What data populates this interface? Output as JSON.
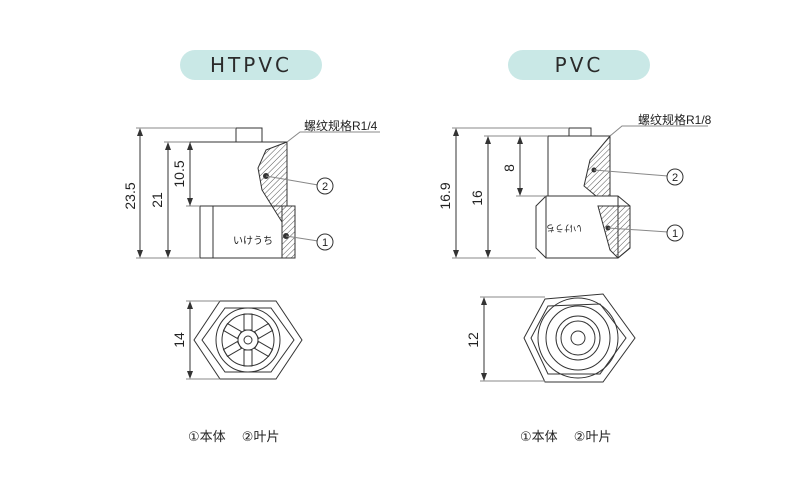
{
  "left": {
    "title": "HTPVC",
    "thread_label": "螺纹规格R1/4",
    "dims": {
      "total": "23.5",
      "body": "21",
      "upper": "10.5",
      "width": "14"
    },
    "engraving": "いけうち",
    "callouts": [
      "1",
      "2"
    ],
    "legend": [
      "①本体",
      "②叶片"
    ]
  },
  "right": {
    "title": "PVC",
    "thread_label": "螺纹规格R1/8",
    "dims": {
      "total": "16.9",
      "body": "16",
      "upper": "8",
      "width": "12"
    },
    "engraving": "いけうち",
    "callouts": [
      "1",
      "2"
    ],
    "legend": [
      "①本体",
      "②叶片"
    ]
  },
  "colors": {
    "pill": "#c9e8e6",
    "line": "#333333",
    "hatch": "#555555",
    "leader": "#888888"
  }
}
